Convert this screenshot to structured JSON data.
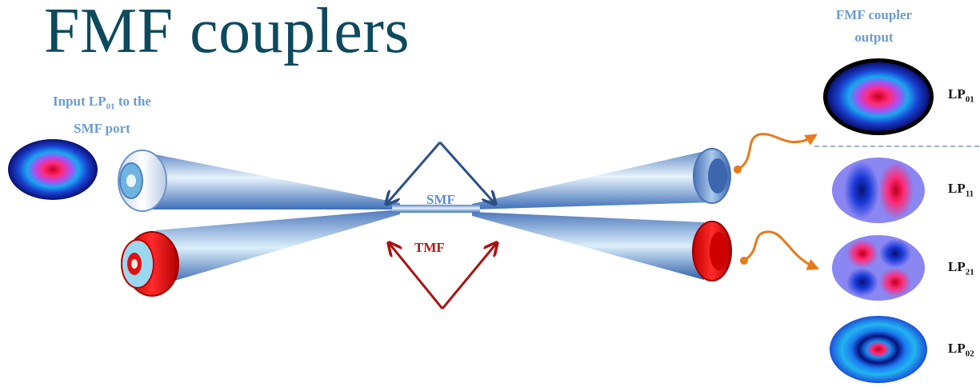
{
  "title": "FMF couplers",
  "input_caption": {
    "line1_text": "Input LP",
    "line1_sub": "01",
    "line1_tail": " to the",
    "line2": "SMF port"
  },
  "output_caption": {
    "line1": "FMF coupler",
    "line2": "output"
  },
  "labels": {
    "smf": "SMF",
    "tmf": "TMF"
  },
  "modes": [
    {
      "base": "LP",
      "sub": "01"
    },
    {
      "base": "LP",
      "sub": "11"
    },
    {
      "base": "LP",
      "sub": "21"
    },
    {
      "base": "LP",
      "sub": "02"
    }
  ],
  "colors": {
    "title": "#0d4a5e",
    "caption": "#6b9bd1",
    "smf_fiber": "#5b8fd0",
    "tmf_fiber": "#e01010",
    "smf_arrow": "#2d4f87",
    "tmf_arrow": "#a81414",
    "curve_arrow": "#e87a1a",
    "divider": "#7f96b3"
  }
}
